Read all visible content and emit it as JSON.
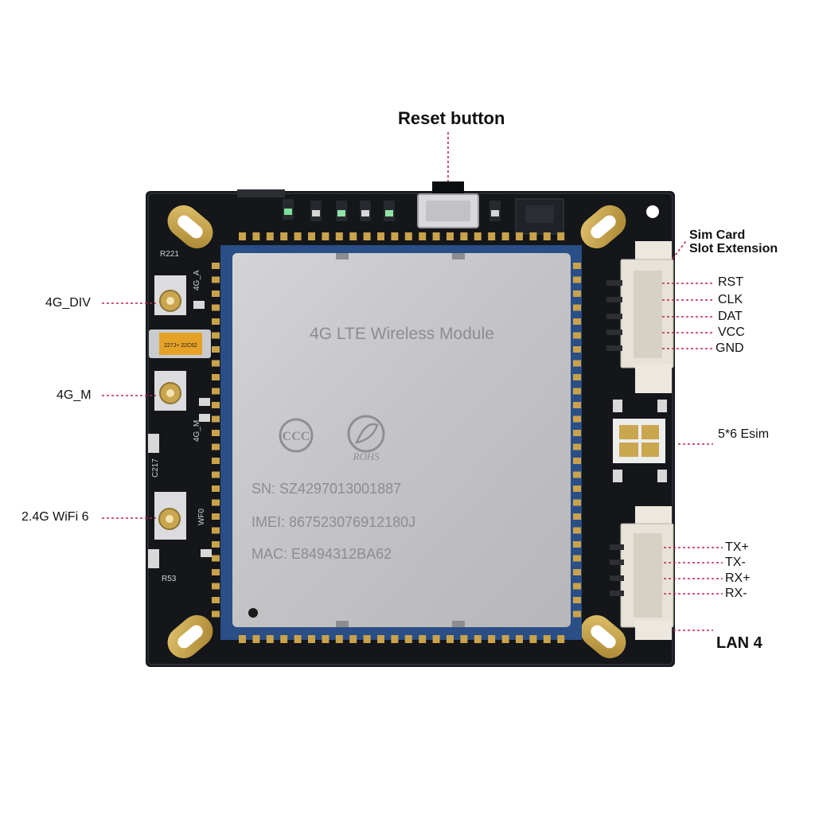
{
  "callouts": {
    "reset": "Reset button",
    "div": "4G_DIV",
    "main": "4G_M",
    "wifi": "2.4G WiFi 6",
    "sim_line1": "Sim Card",
    "sim_line2": "Slot Extension",
    "rst": "RST",
    "clk": "CLK",
    "dat": "DAT",
    "vcc": "VCC",
    "gnd": "GND",
    "esim": "5*6 Esim",
    "txp": "TX+",
    "txn": "TX-",
    "rxp": "RX+",
    "rxn": "RX-",
    "lan": "LAN 4"
  },
  "module": {
    "title": "4G LTE Wireless Module",
    "rohs": "ROHS",
    "sn": "SN: SZ4297013001887",
    "imei": "IMEI: 867523076912180J",
    "mac": "MAC: E8494312BA62"
  },
  "silkscreen": {
    "r221": "R221",
    "g4a": "4G_A",
    "g4m": "4G_M",
    "wf0": "WF0",
    "c217": "C217",
    "r53": "R53",
    "cap": "227J+ 22C62"
  },
  "colors": {
    "pcb": "#14161a",
    "module": "#c7c7c9",
    "leader": "#c3264a",
    "gold": "#c9a24a"
  }
}
